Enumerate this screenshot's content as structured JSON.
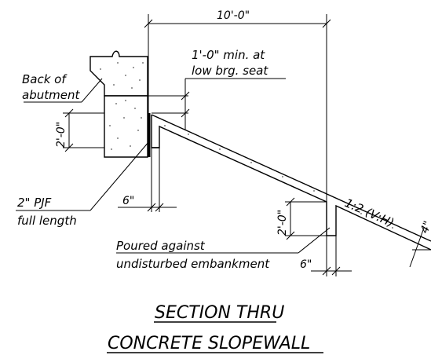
{
  "drawing": {
    "dimensions": {
      "overall_width": "10'-0\"",
      "abutment_depth": "2'-0\"",
      "toe_depth": "2'-0\"",
      "joint_offset": "6\"",
      "toe_offset": "6\"",
      "slab_thickness": "4\""
    },
    "labels": {
      "seat_line1": "1'-0\" min. at",
      "seat_line2": "low brg. seat",
      "back_line1": "Back of",
      "back_line2": "abutment",
      "pjf_line1": "2\" PJF",
      "pjf_line2": "full length",
      "poured_line1": "Poured against",
      "poured_line2": "undisturbed embankment",
      "slope": "1:2 (V:H)"
    },
    "title": {
      "line1": "SECTION THRU",
      "line2": "CONCRETE SLOPEWALL"
    }
  }
}
